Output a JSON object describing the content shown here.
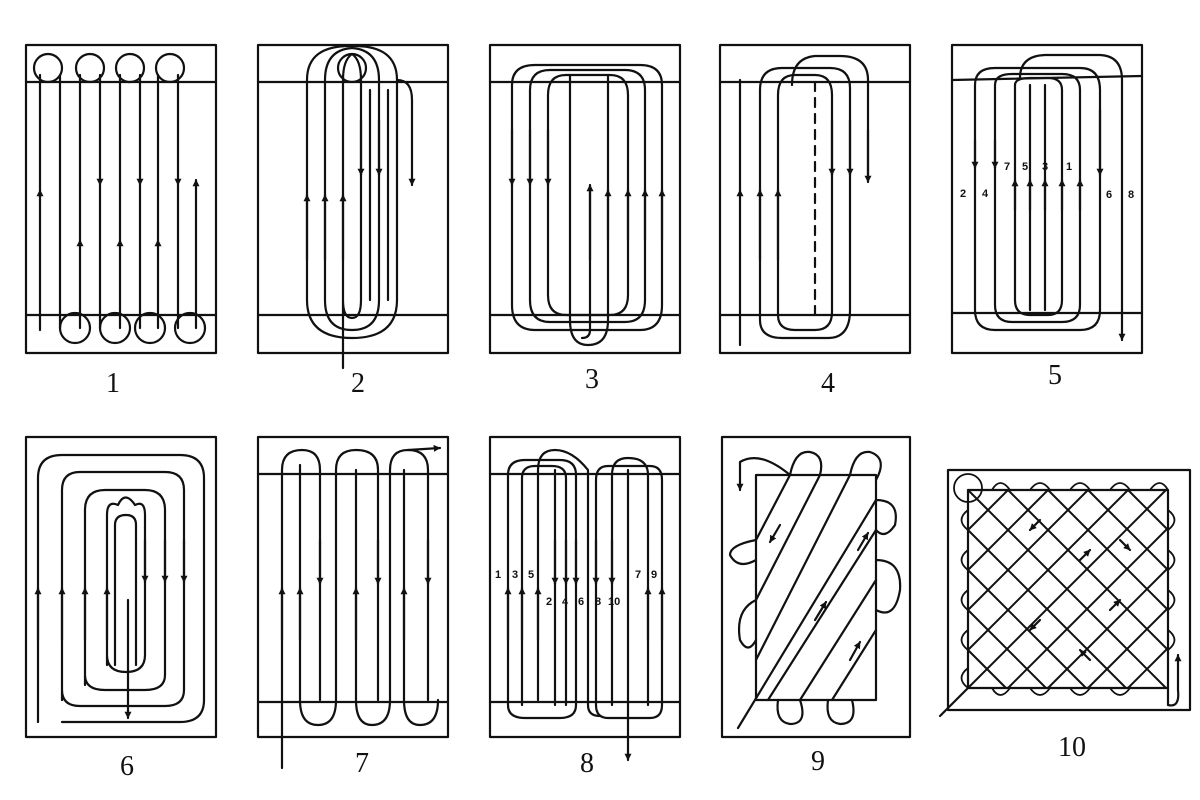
{
  "figure": {
    "stroke_color": "#111111",
    "background": "#ffffff",
    "panels": [
      {
        "id": "1",
        "label": "1",
        "markers": []
      },
      {
        "id": "2",
        "label": "2",
        "markers": []
      },
      {
        "id": "3",
        "label": "3",
        "markers": []
      },
      {
        "id": "4",
        "label": "4",
        "markers": []
      },
      {
        "id": "5",
        "label": "5",
        "markers": [
          "2",
          "4",
          "7",
          "5",
          "3",
          "1",
          "6",
          "8"
        ]
      },
      {
        "id": "6",
        "label": "6",
        "markers": []
      },
      {
        "id": "7",
        "label": "7",
        "markers": []
      },
      {
        "id": "8",
        "label": "8",
        "markers": [
          "1",
          "3",
          "5",
          "2",
          "4",
          "6",
          "8",
          "10",
          "7",
          "9"
        ]
      },
      {
        "id": "9",
        "label": "9",
        "markers": []
      },
      {
        "id": "10",
        "label": "10",
        "markers": []
      }
    ]
  }
}
